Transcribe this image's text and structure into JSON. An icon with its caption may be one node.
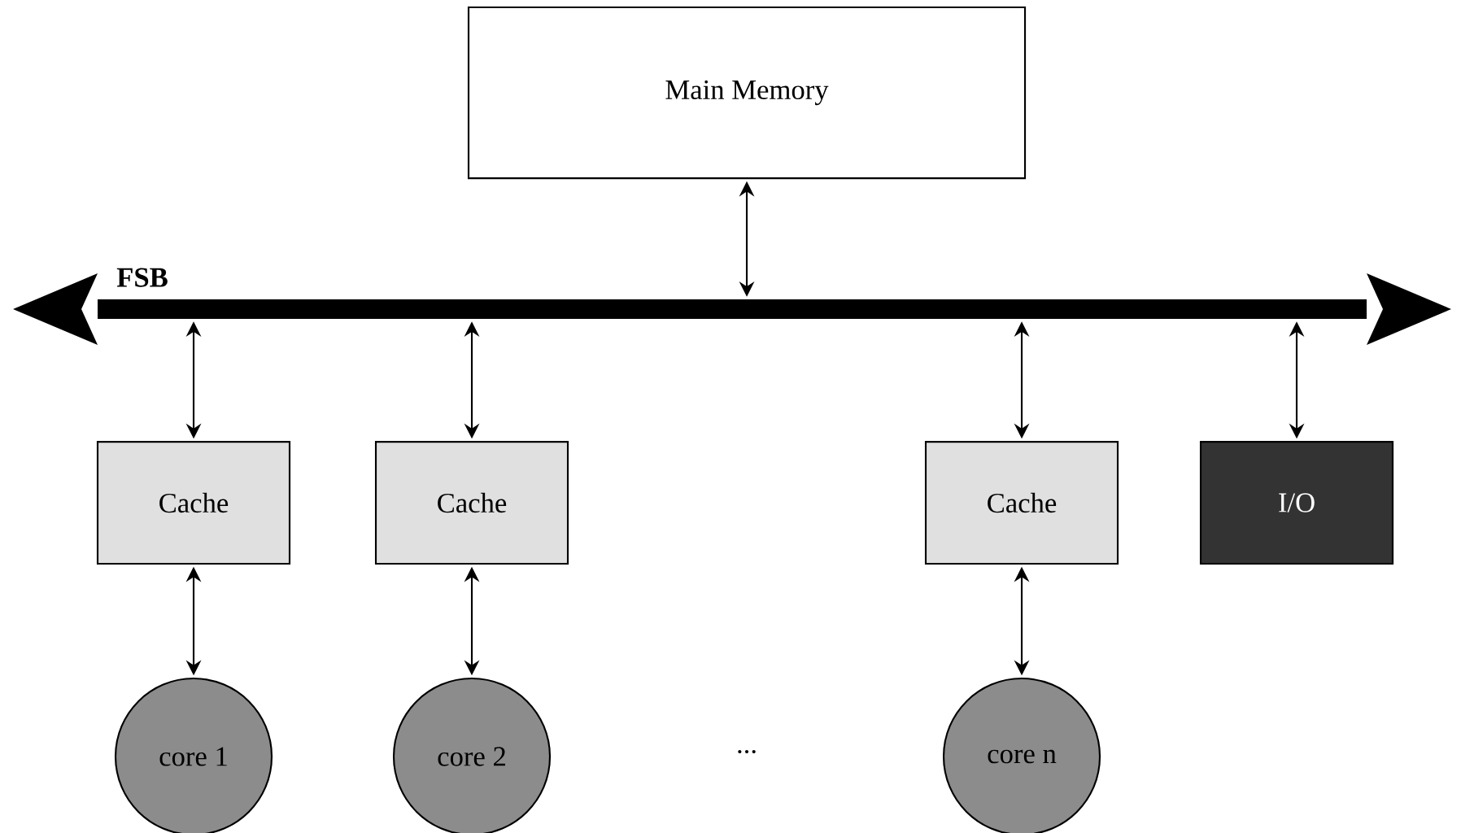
{
  "diagram": {
    "nodes": [
      {
        "text": [
          "Main Memory"
        ]
      },
      {
        "text": [
          "FSB"
        ]
      },
      {
        "text": [
          "Cache"
        ]
      },
      {
        "text": [
          "Cache"
        ]
      },
      {
        "text": [
          "Cache"
        ]
      },
      {
        "text": [
          "I/O"
        ]
      },
      {
        "text": [
          "core 1"
        ]
      },
      {
        "text": [
          "core 2"
        ]
      },
      {
        "text": [
          "core n"
        ]
      }
    ],
    "edges": [
      {
        "from": 0,
        "to": 1,
        "arrow": "both"
      },
      {
        "from": 1,
        "to": 2,
        "arrow": "both"
      },
      {
        "from": 1,
        "to": 3,
        "arrow": "both"
      },
      {
        "from": 1,
        "to": 4,
        "arrow": "both"
      },
      {
        "from": 1,
        "to": 5,
        "arrow": "both"
      },
      {
        "from": 2,
        "to": 6,
        "arrow": "both"
      },
      {
        "from": 3,
        "to": 7,
        "arrow": "both"
      },
      {
        "from": 4,
        "to": 8,
        "arrow": "both"
      }
    ],
    "labels": [
      "..."
    ]
  }
}
